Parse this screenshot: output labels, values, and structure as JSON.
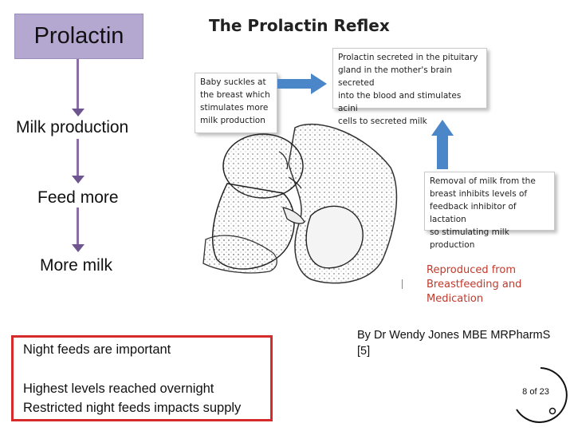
{
  "flow": {
    "top_box": "Prolactin",
    "steps": [
      "Milk production",
      "Feed more",
      "More milk"
    ]
  },
  "diagram": {
    "title": "The Prolactin Reflex",
    "baby_caption": [
      "Baby suckles at",
      "the breast which",
      "stimulates more",
      "milk production"
    ],
    "pituitary_caption": [
      "Prolactin secreted in the pituitary",
      "gland in the mother's brain secreted",
      "into the blood and stimulates acini",
      "cells to secreted milk"
    ],
    "removal_caption": [
      "Removal of milk from the",
      "breast inhibits levels of",
      "feedback inhibitor of lactation",
      "so stimulating milk production"
    ],
    "reproduced": [
      "Reproduced from",
      "Breastfeeding and",
      "Medication"
    ],
    "separator": "|"
  },
  "notes": {
    "line1": "Night feeds are important",
    "line2": "Highest levels reached overnight",
    "line3": "Restricted night feeds impacts supply"
  },
  "author": {
    "line1": "By Dr Wendy Jones MBE MRPharmS",
    "line2": "[5]"
  },
  "page": {
    "label": "8 of 23"
  },
  "colors": {
    "prolactin_box": "#b4a7d0",
    "flow_arrow": "#8b6ea4",
    "blue_arrow": "#4a86c8",
    "notes_border": "#d62b2b",
    "reproduced_text": "#c0392b"
  }
}
